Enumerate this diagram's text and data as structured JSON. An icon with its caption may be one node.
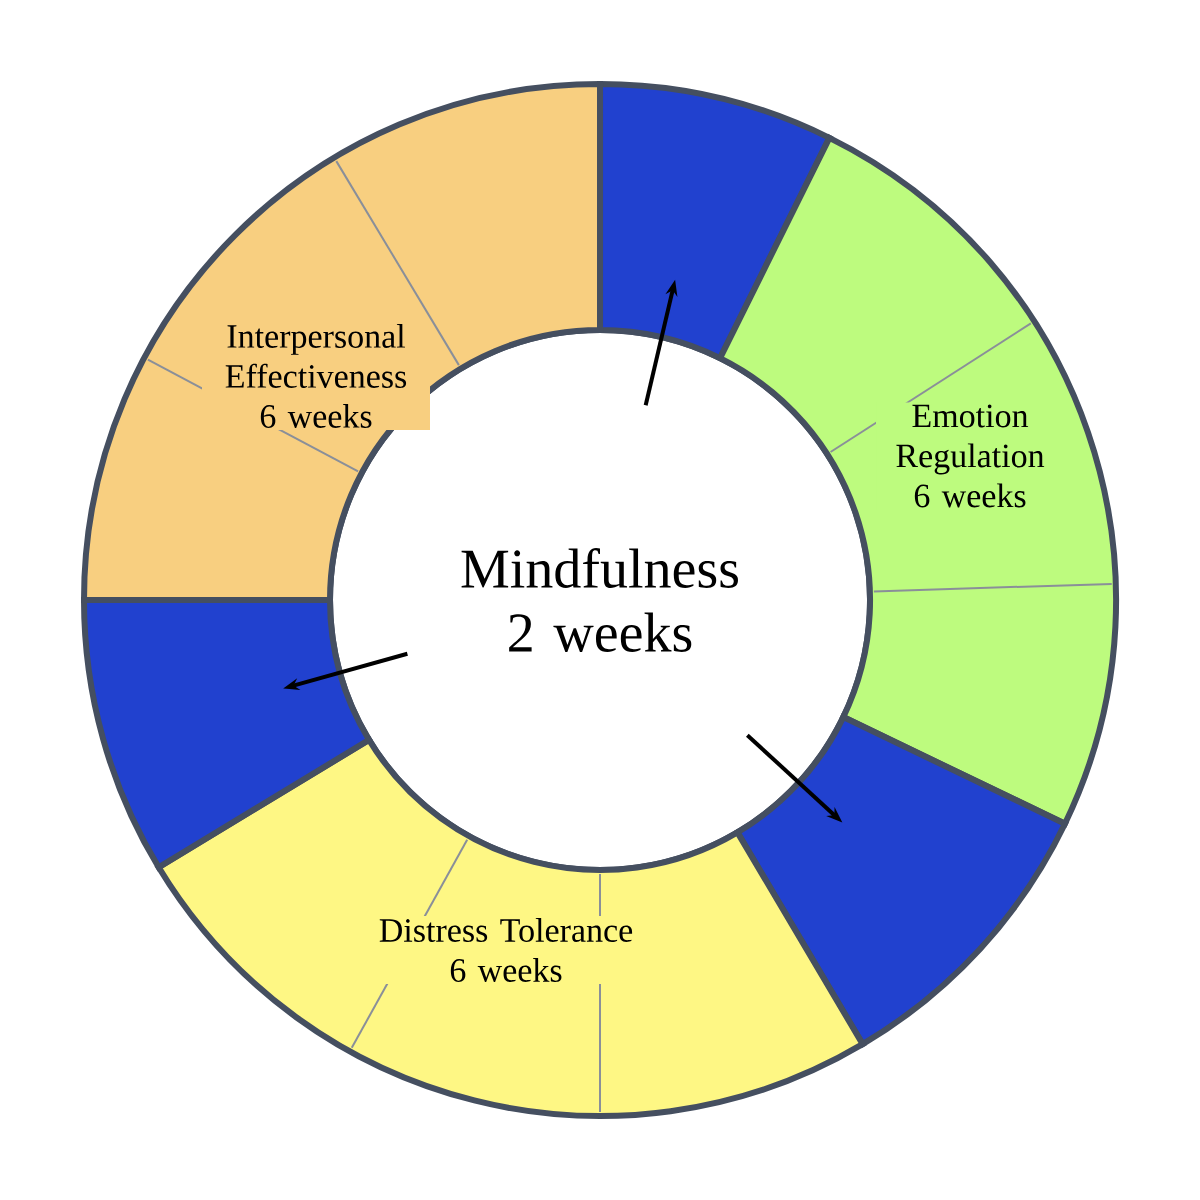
{
  "diagram": {
    "nodes": [
      {
        "text": [
          "Mindfulness 2 weeks"
        ]
      },
      {
        "text": [],
        "shape": "sector"
      },
      {
        "text": [
          "Emotion Regulation 6 weeks"
        ]
      },
      {
        "text": [],
        "shape": "sector"
      },
      {
        "text": [
          "Distress Tolerance 6 weeks"
        ]
      },
      {
        "text": [],
        "shape": "sector"
      },
      {
        "text": [
          "Interpersonal Effectiveness 6 weeks"
        ]
      }
    ],
    "edges": [
      {
        "from": 0,
        "to": 1,
        "arrow": "to"
      },
      {
        "from": 0,
        "to": 3,
        "arrow": "to"
      },
      {
        "from": 0,
        "to": 5,
        "arrow": "to"
      }
    ]
  }
}
